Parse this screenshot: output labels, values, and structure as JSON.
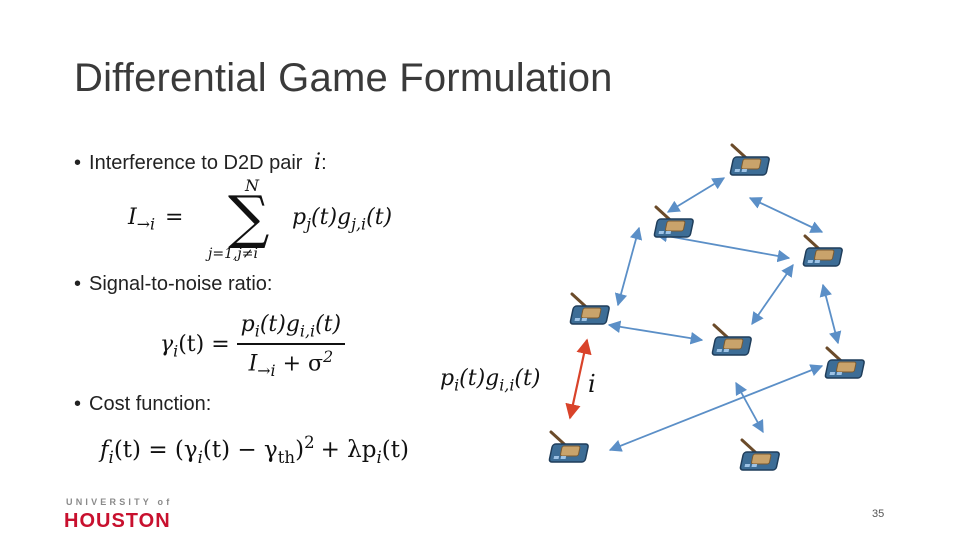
{
  "slide": {
    "title": "Differential Game Formulation",
    "page_number": "35"
  },
  "bullets": [
    {
      "text": "Interference to D2D pair",
      "var": "i",
      "suffix": ":"
    },
    {
      "text": "Signal-to-noise ratio:"
    },
    {
      "text": "Cost function:"
    }
  ],
  "equations": {
    "interference": {
      "lhs": "I",
      "lhs_sub": "→i",
      "sum_upper": "N",
      "sum_lower": "j=1,j≠i",
      "rhs": "p",
      "rhs_sub1": "j",
      "rhs_mid": "(t)g",
      "rhs_sub2": "j,i",
      "rhs_end": "(t)"
    },
    "snr": {
      "lhs": "γ",
      "lhs_sub": "i",
      "lhs_end": "(t) =",
      "num_p": "p",
      "num_sub1": "i",
      "num_mid": "(t)g",
      "num_sub2": "i,i",
      "num_end": "(t)",
      "den_I": "I",
      "den_sub": "→i",
      "den_plus": "+ σ",
      "den_sup": "2"
    },
    "cost": {
      "f": "f",
      "f_sub": "i",
      "part1": "(t) = (γ",
      "gamma_sub": "i",
      "part2": "(t) − γ",
      "th": "th",
      "part3": ")",
      "sq": "2",
      "part4": "+ λp",
      "p_sub": "i",
      "part5": "(t)"
    },
    "link_label": {
      "p": "p",
      "sub1": "i",
      "mid": "(t)g",
      "sub2": "i,i",
      "end": "(t)",
      "pair_var": "i"
    }
  },
  "logo": {
    "university_line": "UNIVERSITY of",
    "name": "HOUSTON",
    "color": "#c8102e"
  },
  "colors": {
    "arrow": "#5b8fc7",
    "link_red": "#d9432a",
    "device_body": "#3d6d96"
  }
}
